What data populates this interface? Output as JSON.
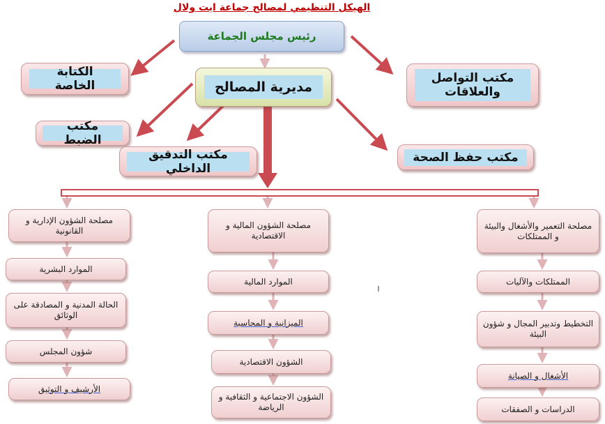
{
  "title": "الهيكل التنظيمي لمصالح جماعة ايت ولال",
  "president": "رئيس مجلس الجماعة",
  "directorate": "مديرية المصالح",
  "private_secretariat": "الكتابة الخاصة",
  "communication_office": "مكتب التواصل والعلاقات",
  "control_office": "مكتب الضبط",
  "internal_audit_office": "مكتب التدقيق الداخلي",
  "health_office": "مكتب حفظ الصحة",
  "services": {
    "admin": {
      "title": "مصلحة الشؤون الإدارية و القانونية",
      "subs": [
        "الموارد البشرية",
        "الحالة المدنية و المصادقة على الوثائق",
        "شؤون المجلس",
        "الأرشيف و التوثيق"
      ]
    },
    "finance": {
      "title": "مصلحة الشؤون المالية و الاقتصادية",
      "subs": [
        "الموارد المالية",
        "الميزانية و المحاسبة",
        "الشؤون الاقتصادية",
        "الشؤون الاجتماعية و الثقافية و الرياضة"
      ]
    },
    "planning": {
      "title": "مصلحة التعمير والأشغال والبيئة و الممتلكات",
      "subs": [
        "الممتلكات والآليات",
        "التخطيط وتدبير المجال و شؤون البيئة",
        "الأشغال و الصيانة",
        "الدراسات و الصفقات"
      ]
    }
  },
  "colors": {
    "arrow": "#c94a50",
    "inner_fill": "#b9dff0",
    "title": "#c00000",
    "president_text": "#1f7a1f"
  }
}
